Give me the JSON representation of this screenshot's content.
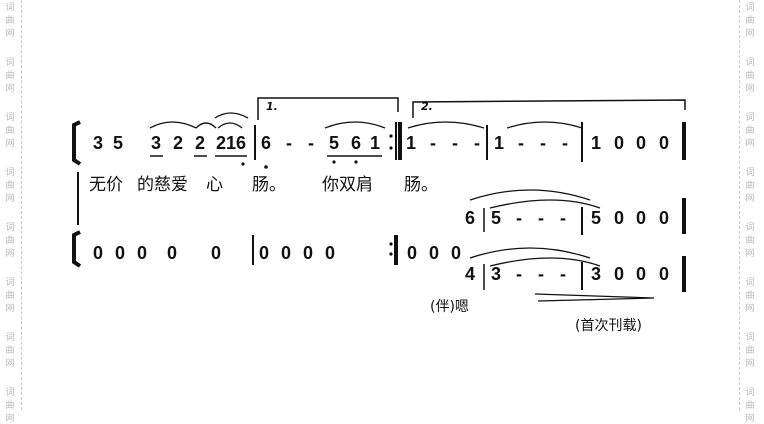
{
  "watermark": "词曲网",
  "voltas": {
    "first": "1.",
    "second": "2."
  },
  "upper_notes": [
    "3",
    "5",
    "3",
    "2",
    "2",
    "216",
    "6",
    "-",
    "-",
    "5",
    "6",
    "1",
    "1",
    "-",
    "-",
    "-",
    "1",
    "-",
    "-",
    "-",
    "1",
    "0",
    "0",
    "0"
  ],
  "lyrics": [
    "无价",
    "的慈爱",
    "心",
    "肠。",
    "你双肩",
    "肠。"
  ],
  "lower_notes": [
    "0",
    "0",
    "0",
    "0",
    "0",
    "0",
    "0",
    "0",
    "0",
    "0",
    "0",
    "0"
  ],
  "harmony_upper": [
    "6",
    "5",
    "-",
    "-",
    "-",
    "5",
    "0",
    "0",
    "0"
  ],
  "harmony_lower": [
    "4",
    "3",
    "-",
    "-",
    "-",
    "3",
    "0",
    "0",
    "0"
  ],
  "accompaniment_lyric": "(伴)嗯",
  "source_note": "(首次刊载)"
}
